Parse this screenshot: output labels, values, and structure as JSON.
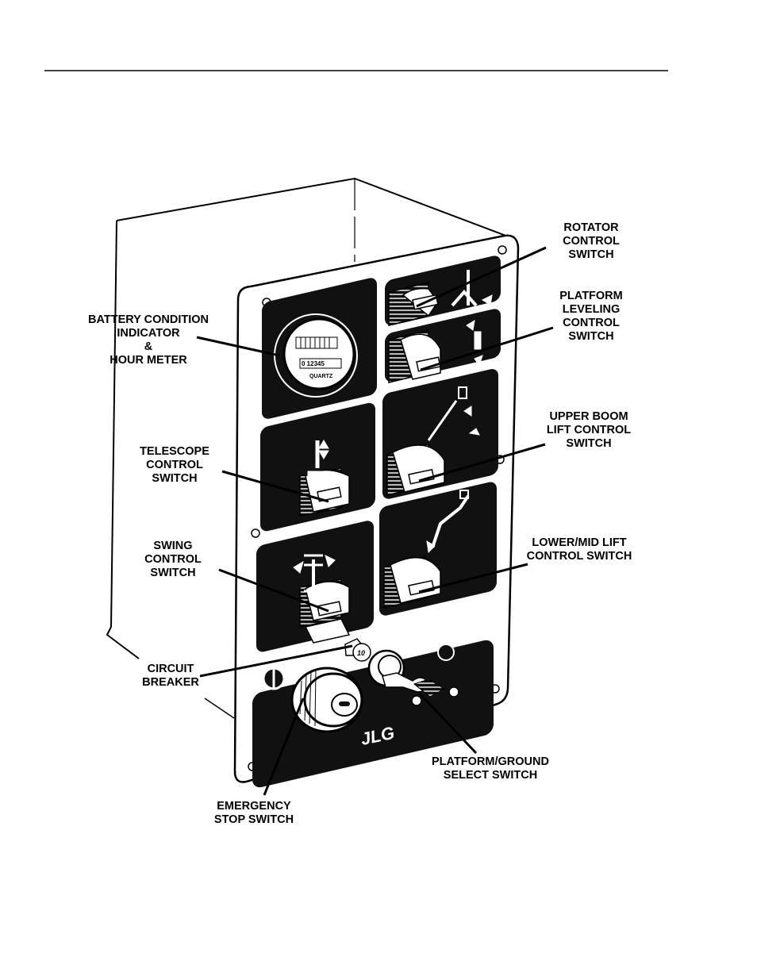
{
  "meter": {
    "counter": "0 12345",
    "brand": "QUARTZ",
    "breaker_rating": "10"
  },
  "logo": "JLG",
  "callouts": {
    "rotator": [
      "ROTATOR",
      "CONTROL",
      "SWITCH"
    ],
    "leveling": [
      "PLATFORM",
      "LEVELING",
      "CONTROL",
      "SWITCH"
    ],
    "battery": [
      "BATTERY CONDITION",
      "INDICATOR",
      "&",
      "HOUR METER"
    ],
    "upper_boom": [
      "UPPER BOOM",
      "LIFT CONTROL",
      "SWITCH"
    ],
    "telescope": [
      "TELESCOPE",
      "CONTROL",
      "SWITCH"
    ],
    "swing": [
      "SWING",
      "CONTROL",
      "SWITCH"
    ],
    "lower_mid": [
      "LOWER/MID LIFT",
      "CONTROL SWITCH"
    ],
    "breaker": [
      "CIRCUIT",
      "BREAKER"
    ],
    "platform_ground": [
      "PLATFORM/GROUND",
      "SELECT SWITCH"
    ],
    "estop": [
      "EMERGENCY",
      "STOP SWITCH"
    ]
  },
  "colors": {
    "ink": "#000000",
    "paper": "#ffffff",
    "panel": "#111111"
  }
}
